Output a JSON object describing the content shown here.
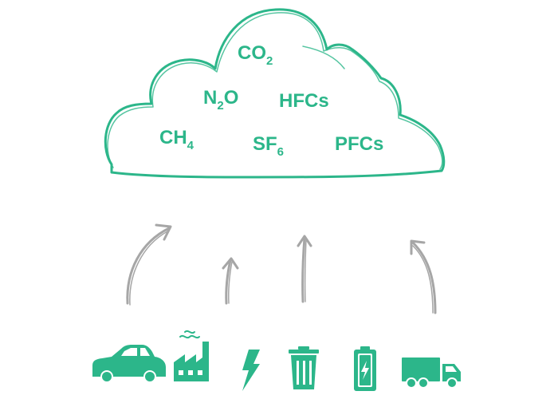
{
  "colors": {
    "green": "#2cb68a",
    "gray": "#a6a6a6",
    "background": "#ffffff"
  },
  "cloud": {
    "gases": [
      {
        "main": "CO",
        "sub": "2"
      },
      {
        "main": "N",
        "sub": "2",
        "tail": "O"
      },
      {
        "main": "HFCs"
      },
      {
        "main": "CH",
        "sub": "4"
      },
      {
        "main": "SF",
        "sub": "6"
      },
      {
        "main": "PFCs"
      }
    ]
  },
  "sources": [
    {
      "icon": "car-icon"
    },
    {
      "icon": "factory-icon"
    },
    {
      "icon": "lightning-bolt-icon"
    },
    {
      "icon": "trash-can-icon"
    },
    {
      "icon": "battery-icon"
    },
    {
      "icon": "truck-icon"
    }
  ],
  "arrows": [
    {
      "icon": "curved-arrow-up-right-icon"
    },
    {
      "icon": "arrow-up-icon"
    },
    {
      "icon": "arrow-up-icon"
    },
    {
      "icon": "curved-arrow-up-left-icon"
    }
  ]
}
